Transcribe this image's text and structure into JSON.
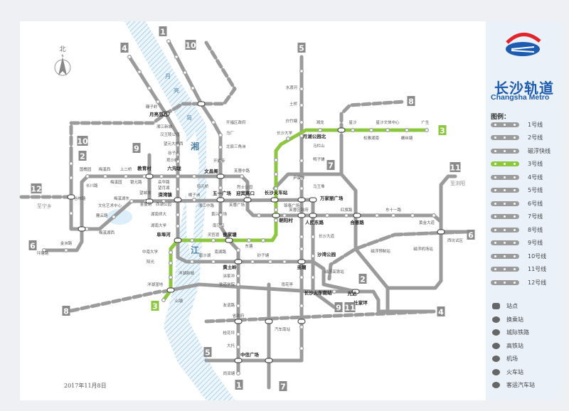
{
  "brand": {
    "name_cn": "长沙轨道",
    "name_en": "Changsha Metro"
  },
  "compass": {
    "label": "北",
    "sub": "N"
  },
  "date": "2017年11月8日",
  "rivers": {
    "xiang": "湘",
    "jiang": "江",
    "yue": "月",
    "liang": "亮",
    "dao": "岛"
  },
  "directions": {
    "ningxiang": "至宁乡",
    "liuyang": "至浏阳"
  },
  "line_colors": {
    "default": "#9b9b9b",
    "line3": "#8dc63f"
  },
  "badges": [
    {
      "num": "1"
    },
    {
      "num": "4"
    },
    {
      "num": "10"
    },
    {
      "num": "5"
    },
    {
      "num": "8"
    },
    {
      "num": "3"
    },
    {
      "num": "10"
    },
    {
      "num": "2"
    },
    {
      "num": "9"
    },
    {
      "num": "7"
    },
    {
      "num": "11"
    },
    {
      "num": "12"
    },
    {
      "num": "6"
    },
    {
      "num": "6"
    },
    {
      "num": "2"
    },
    {
      "num": "8"
    },
    {
      "num": "3"
    },
    {
      "num": "9"
    },
    {
      "num": "11"
    },
    {
      "num": "4"
    },
    {
      "num": "5"
    },
    {
      "num": "1"
    },
    {
      "num": "7"
    }
  ],
  "stations": [
    "碾子岭",
    "月亮岛西",
    "湘江新城",
    "汉王陵公园",
    "望元大桥西",
    "谷子山",
    "观沙岭",
    "六沟垅",
    "教育村",
    "上二桥",
    "梅溪西",
    "国槐园",
    "长川路",
    "梅溪园",
    "银元路",
    "岳华路",
    "望月湖",
    "溁湾镇",
    "橘子洲",
    "五一广场",
    "迎宾路口",
    "湘江中路",
    "黄兴广场",
    "南门口",
    "侯家塘",
    "灵官渡",
    "阜埠河",
    "湖南大学",
    "湖南师大",
    "金星路",
    "西湖公园",
    "望城坡",
    "梅溪湖东",
    "梅溪湖西",
    "金洲路",
    "坪塘路",
    "谷林路",
    "文化艺术中心",
    "麓云路",
    "文昌阁",
    "开福寺",
    "开福区政府",
    "马厂",
    "北辰三角洲",
    "芙蓉中路",
    "烈士公园",
    "培元桥",
    "芙蓉广场",
    "中南大学",
    "阳光",
    "南湖路",
    "黄土岭",
    "碧沙湖",
    "水渡河",
    "土桥",
    "白竹塘",
    "湘龙",
    "星沙",
    "星沙文体中心",
    "广生",
    "松雅湖南",
    "螺丝塘",
    "长沙大学",
    "月湖公园北",
    "鸭子铺",
    "马栏山",
    "尹家冲",
    "马王堆",
    "长沙火车站",
    "万家丽广场",
    "锦泰广场",
    "芙蓉区政府",
    "朝阳村",
    "人民东路",
    "合晋路",
    "红旗路",
    "东十一路",
    "黄金大道",
    "长沙大道",
    "沙湾公园",
    "磁浮预制站",
    "磁浮机场站",
    "东塘",
    "砂子塘",
    "涂家冲",
    "铁道学院",
    "友谊路",
    "省政府",
    "桂花坪",
    "大托",
    "中信广场",
    "尚双塘",
    "洋湖新城",
    "洋湖湿地",
    "山塘",
    "汽车南站",
    "长沙火车南站",
    "光达",
    "杜家坪",
    "圭塘",
    "雨花亭",
    "磁浮高铁站",
    "西坑试区"
  ],
  "legend": {
    "title": "图例：",
    "lines": [
      {
        "label": "1号线",
        "color": "#9b9b9b"
      },
      {
        "label": "2号线",
        "color": "#9b9b9b"
      },
      {
        "label": "磁浮快线",
        "color": "#9b9b9b"
      },
      {
        "label": "3号线",
        "color": "#8dc63f"
      },
      {
        "label": "4号线",
        "color": "#9b9b9b"
      },
      {
        "label": "5号线",
        "color": "#9b9b9b"
      },
      {
        "label": "6号线",
        "color": "#9b9b9b"
      },
      {
        "label": "7号线",
        "color": "#9b9b9b"
      },
      {
        "label": "8号线",
        "color": "#9b9b9b"
      },
      {
        "label": "9号线",
        "color": "#9b9b9b"
      },
      {
        "label": "10号线",
        "color": "#9b9b9b"
      },
      {
        "label": "11号线",
        "color": "#9b9b9b"
      },
      {
        "label": "12号线",
        "color": "#9b9b9b"
      }
    ],
    "symbols": [
      {
        "label": "站点",
        "icon": "station-icon"
      },
      {
        "label": "换乘站",
        "icon": "transfer-station-icon"
      },
      {
        "label": "城际铁路",
        "icon": "intercity-rail-icon"
      },
      {
        "label": "高铁站",
        "icon": "high-speed-rail-icon"
      },
      {
        "label": "机场",
        "icon": "airport-icon"
      },
      {
        "label": "火车站",
        "icon": "train-station-icon"
      },
      {
        "label": "客运汽车站",
        "icon": "bus-station-icon"
      }
    ]
  }
}
